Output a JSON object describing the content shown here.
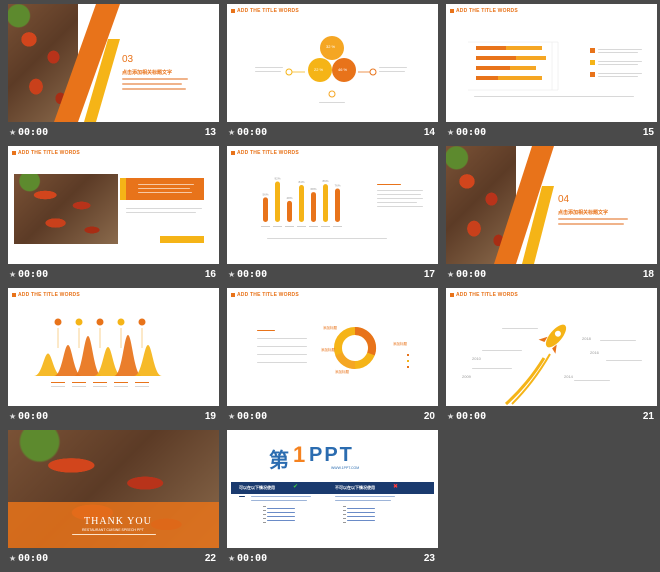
{
  "slides": [
    {
      "number": "13",
      "time": "00:00",
      "section": "03",
      "heading": "点击添加相关标题文字"
    },
    {
      "number": "14",
      "time": "00:00",
      "title": "ADD THE TITLE WORDS",
      "values": [
        "32 %",
        "22 %",
        "46 %"
      ]
    },
    {
      "number": "15",
      "time": "00:00",
      "title": "ADD THE TITLE WORDS"
    },
    {
      "number": "16",
      "time": "00:00",
      "title": "ADD THE TITLE WORDS"
    },
    {
      "number": "17",
      "time": "00:00",
      "title": "ADD THE TITLE WORDS",
      "bar_values": [
        56,
        92,
        48,
        84,
        68,
        86,
        76
      ],
      "bar_labels": [
        "56%",
        "92%",
        "48%",
        "84%",
        "68%",
        "86%",
        "76%"
      ]
    },
    {
      "number": "18",
      "time": "00:00",
      "section": "04",
      "heading": "点击添加相关标题文字"
    },
    {
      "number": "19",
      "time": "00:00",
      "title": "ADD THE TITLE WORDS",
      "peaks": [
        0.45,
        0.62,
        0.8,
        0.58,
        0.82,
        0.62
      ]
    },
    {
      "number": "20",
      "time": "00:00",
      "title": "ADD THE TITLE WORDS",
      "labels": [
        "添加标题",
        "添加标题",
        "添加标题",
        "添加标题"
      ]
    },
    {
      "number": "21",
      "time": "00:00",
      "title": "ADD THE TITLE WORDS",
      "years": [
        "2018",
        "2010",
        "2009",
        "2016",
        "2014"
      ]
    },
    {
      "number": "22",
      "time": "00:00",
      "heading": "THANK YOU",
      "sub": "RESTAURANT CUISINE SPEECH PPT"
    },
    {
      "number": "23",
      "time": "00:00",
      "brand_cn": "第",
      "brand_1": "1",
      "brand_ppt": "PPT",
      "brand_url": "WWW.1PPT.COM",
      "left_heading": "可以在以下情况使用",
      "right_heading": "不可以在以下情况使用"
    }
  ],
  "colors": {
    "accent": "#e8731a",
    "yellow": "#f5b417",
    "bg": "#4a4a4a",
    "blue": "#1a3a6e"
  }
}
